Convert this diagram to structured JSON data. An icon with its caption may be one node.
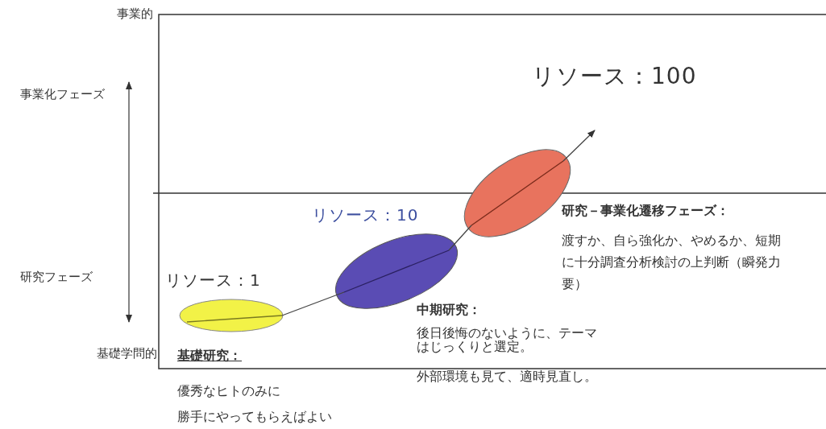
{
  "diagram": {
    "nodes": [
      {
        "text": [],
        "shape": "ellipse",
        "beside": [
          "リソース：1"
        ]
      },
      {
        "text": [],
        "shape": "ellipse",
        "beside": [
          "リソース：10"
        ]
      },
      {
        "text": [],
        "shape": "ellipse",
        "beside": [
          "リソース：100"
        ]
      }
    ],
    "edges": [
      {
        "from": 0,
        "to": 1,
        "arrow": "none"
      },
      {
        "from": 1,
        "to": 2,
        "arrow": "none"
      },
      {
        "from": 2,
        "to": null,
        "arrow": "to"
      }
    ],
    "labels": [
      "事業的",
      "事業化フェーズ",
      "研究－事業化遷移フェーズ：",
      "渡すか、自ら強化か、やめるか、短期に十分調査分析検討の上判断（瞬発力要）",
      "研究フェーズ",
      "中期研究：",
      "後日後悔のないように、テーマはじっくりと選定。",
      "基礎学問的",
      "基礎研究：",
      "外部環境も見て、適時見直し。",
      "優秀なヒトのみに",
      "勝手にやってもらえばよい"
    ]
  }
}
